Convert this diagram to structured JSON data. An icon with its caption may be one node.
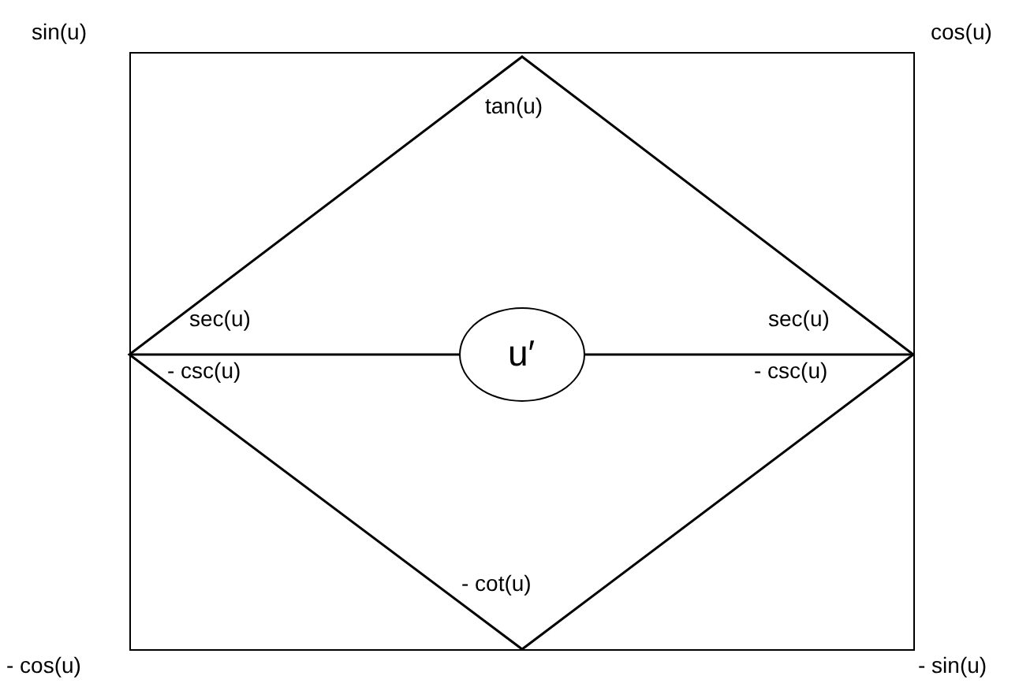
{
  "diagram": {
    "nodes": [
      {
        "text": [],
        "shape": "box"
      },
      {
        "text": [
          "tan(u)",
          "- cot(u)"
        ],
        "in": 0
      },
      {
        "text": [
          "u′"
        ],
        "in": 1
      }
    ],
    "edges": [
      {
        "from": 2,
        "to": 1,
        "arrow": "none"
      },
      {
        "from": 2,
        "to": 1,
        "arrow": "none"
      }
    ],
    "labels": [
      "sin(u)",
      "cos(u)",
      "sec(u)",
      "sec(u)",
      "- csc(u)",
      "- csc(u)",
      "- cos(u)",
      "- sin(u)"
    ]
  }
}
